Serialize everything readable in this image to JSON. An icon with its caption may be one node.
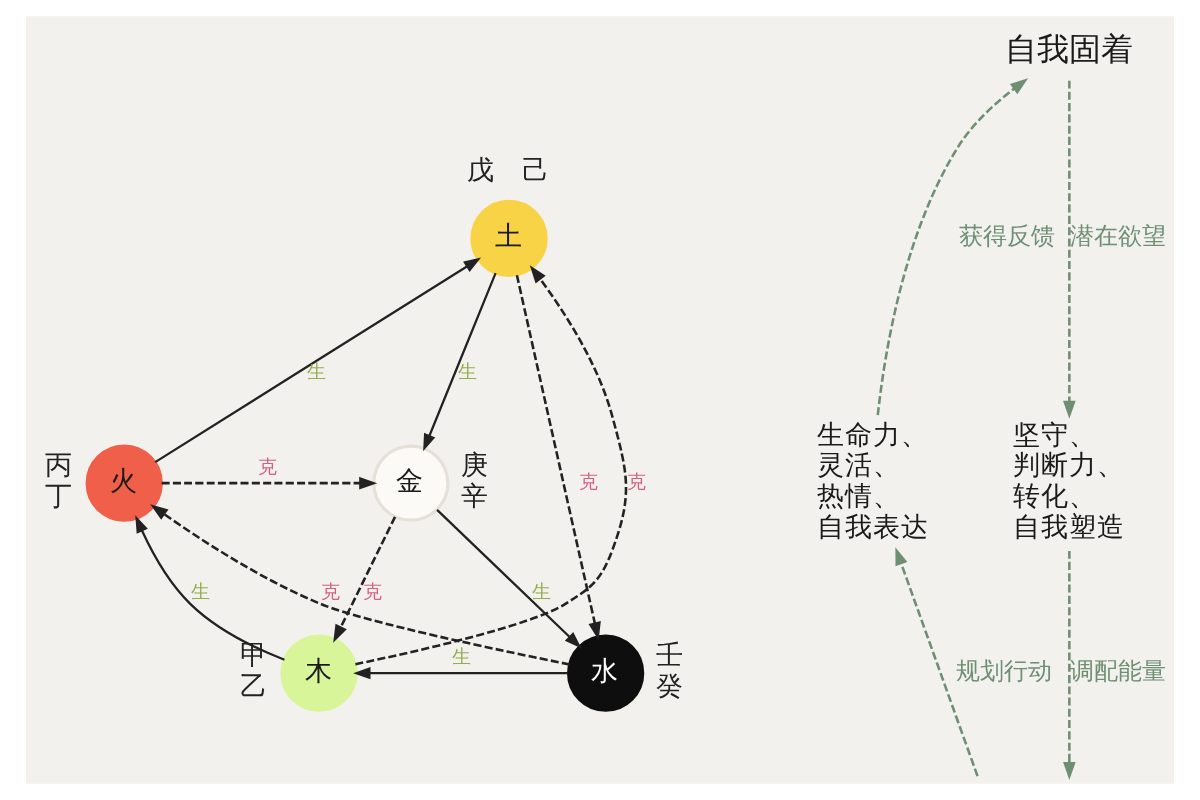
{
  "diagram": {
    "nodes": [
      {
        "text": [
          "自我固着"
        ]
      },
      {
        "text": [
          "土"
        ],
        "beside": [
          "戊",
          "己"
        ]
      },
      {
        "text": [
          "生命力、灵活、热情、自我表达"
        ]
      },
      {
        "text": [
          "火"
        ],
        "beside": [
          "丙",
          "丁"
        ]
      },
      {
        "text": [
          "金"
        ],
        "beside": [
          "庚",
          "辛"
        ]
      },
      {
        "text": [
          "坚守、判断力、转化、自我塑造"
        ]
      },
      {
        "text": [
          "木"
        ],
        "beside": [
          "甲",
          "乙"
        ]
      },
      {
        "text": [
          "水"
        ],
        "beside": [
          "壬",
          "癸"
        ]
      }
    ],
    "edges": [
      {
        "from": 2,
        "to": 0,
        "arrow": "to",
        "label": "获得反馈",
        "style": "dashed",
        "color": "#6e8f72"
      },
      {
        "from": 0,
        "to": 5,
        "arrow": "to",
        "label": "潜在欲望",
        "style": "dashed",
        "color": "#6e8f72"
      },
      {
        "from": 5,
        "to": null,
        "arrow": "to",
        "label": "调配能量",
        "style": "dashed",
        "color": "#6e8f72"
      },
      {
        "from": null,
        "to": 2,
        "arrow": "to",
        "label": "规划行动",
        "style": "dashed",
        "color": "#6e8f72"
      },
      {
        "from": 3,
        "to": 1,
        "arrow": "to",
        "label": "生"
      },
      {
        "from": 1,
        "to": 4,
        "arrow": "to",
        "label": "生"
      },
      {
        "from": 4,
        "to": 7,
        "arrow": "to",
        "label": "生"
      },
      {
        "from": 7,
        "to": 6,
        "arrow": "to",
        "label": "生"
      },
      {
        "from": 6,
        "to": 3,
        "arrow": "to",
        "label": "生"
      },
      {
        "from": 1,
        "to": 7,
        "arrow": "to",
        "label": "克",
        "style": "dashed"
      },
      {
        "from": 7,
        "to": 3,
        "arrow": "to",
        "label": "克",
        "style": "dashed"
      },
      {
        "from": 3,
        "to": 4,
        "arrow": "to",
        "label": "克",
        "style": "dashed"
      },
      {
        "from": 4,
        "to": 6,
        "arrow": "to",
        "label": "克",
        "style": "dashed"
      },
      {
        "from": 6,
        "to": 1,
        "arrow": "to",
        "label": "克",
        "style": "dashed"
      }
    ]
  }
}
